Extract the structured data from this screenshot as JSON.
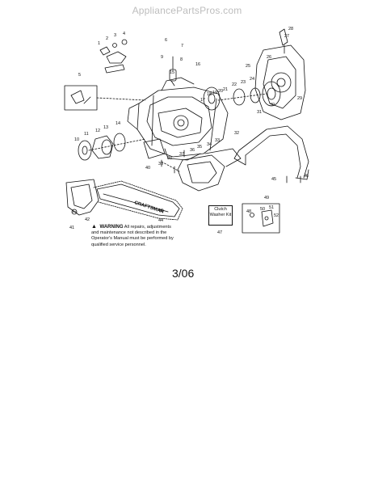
{
  "watermark": "AppliancePartsPros.com",
  "warning": {
    "heading": "WARNING",
    "text": "All repairs, adjustments and maintenance not described in the Operator's Manual must be performed by qualified service personnel."
  },
  "kit_label": "Clutch Washer Kit",
  "bar_brand": "CRAFTSMAN",
  "date": "3/06",
  "part_numbers": [
    "1",
    "2",
    "3",
    "4",
    "5",
    "6",
    "7",
    "8",
    "9",
    "10",
    "11",
    "12",
    "13",
    "14",
    "15",
    "16",
    "17",
    "18",
    "19",
    "20",
    "21",
    "22",
    "23",
    "24",
    "25",
    "26",
    "27",
    "28",
    "29",
    "30",
    "31",
    "32",
    "33",
    "34",
    "35",
    "36",
    "37",
    "38",
    "39",
    "40",
    "41",
    "42",
    "43",
    "44",
    "45",
    "46",
    "47",
    "48",
    "49",
    "50",
    "51",
    "52"
  ]
}
